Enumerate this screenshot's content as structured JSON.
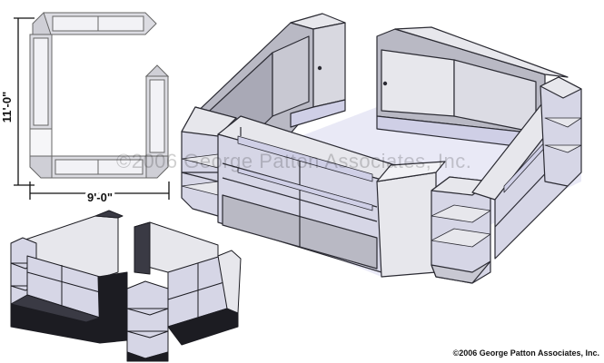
{
  "plan_view": {
    "dim_height": "11'-0\"",
    "dim_width": "9'-0\""
  },
  "watermark": "©2006 George Patton Associates, Inc.",
  "copyright": "©2006 George Patton Associates, Inc.",
  "colors": {
    "panel_light": "#e7e7ec",
    "panel_mid": "#b9b9c4",
    "panel_dark": "#8f8f9c",
    "glass": "#d6d6e6",
    "frame": "#2b2b33",
    "base_lavender": "#cfcfe6",
    "dark_unit": "#1c1c22",
    "dark_unit_mid": "#3a3a44"
  }
}
